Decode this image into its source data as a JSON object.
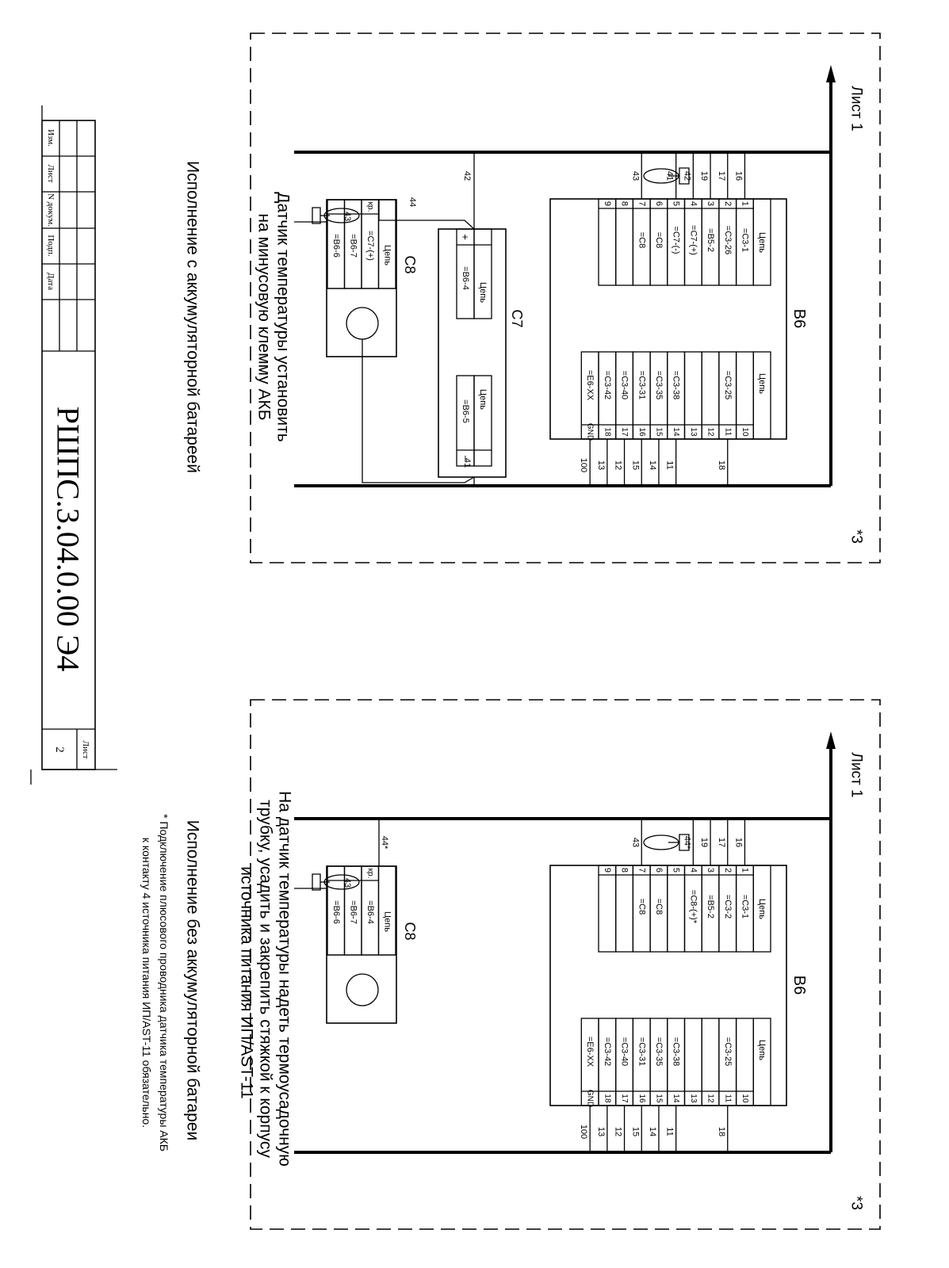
{
  "title_block": {
    "doc_code": "РШПС.3.04.0.00 Э4",
    "sheet_label": "Лист",
    "sheet_number": "2",
    "columns": [
      "Изм.",
      "Лист",
      "N докум.",
      "Подп.",
      "Дата"
    ]
  },
  "footnote": {
    "line1": "* Подключение плюсового проводника датчика температуры АКБ",
    "line2": "к контакту 4 источника питания ИП/AST-11 обязательно."
  },
  "variant_top": {
    "caption": "Исполнение с аккумуляторной батареей",
    "sheet_ref": "Лист 1",
    "marker": "*3",
    "note_line1": "Датчик температуры установить",
    "note_line2": "на минусовую клемму АКБ",
    "b6": {
      "name": "B6",
      "header": "Цепь",
      "left_pins": [
        {
          "pin": "1",
          "chain": "=C3-1",
          "wire": "16"
        },
        {
          "pin": "2",
          "chain": "=C3-26",
          "wire": "17"
        },
        {
          "pin": "3",
          "chain": "=B5-2",
          "wire": "19"
        },
        {
          "pin": "4",
          "chain": "=C7-(+)",
          "wire": "42"
        },
        {
          "pin": "5",
          "chain": "=C7-(-)",
          "wire": "41"
        },
        {
          "pin": "6",
          "chain": "=C8",
          "wire": ""
        },
        {
          "pin": "7",
          "chain": "=C8",
          "wire": "43"
        },
        {
          "pin": "8",
          "chain": "",
          "wire": ""
        },
        {
          "pin": "9",
          "chain": "",
          "wire": ""
        }
      ],
      "right_pins": [
        {
          "pin": "10",
          "chain": "",
          "wire": ""
        },
        {
          "pin": "11",
          "chain": "=C3-25",
          "wire": "18"
        },
        {
          "pin": "12",
          "chain": "",
          "wire": ""
        },
        {
          "pin": "13",
          "chain": "",
          "wire": ""
        },
        {
          "pin": "14",
          "chain": "=C3-38",
          "wire": "11"
        },
        {
          "pin": "15",
          "chain": "=C3-35",
          "wire": "14"
        },
        {
          "pin": "16",
          "chain": "=C3-31",
          "wire": "15"
        },
        {
          "pin": "17",
          "chain": "=C3-40",
          "wire": "12"
        },
        {
          "pin": "18",
          "chain": "=C3-42",
          "wire": "13"
        },
        {
          "pin": "GND",
          "chain": "=E6-XX",
          "wire": "100"
        }
      ]
    },
    "c7": {
      "name": "C7",
      "header": "Цепь",
      "plus_pin": {
        "pin": "+",
        "chain": "=B6-4",
        "wire": "42"
      },
      "minus_pin": {
        "pin": "−",
        "chain": "=B6-5",
        "wire": "41"
      }
    },
    "c8": {
      "name": "C8",
      "header": "Цепь",
      "pins": [
        {
          "pin": "кр.",
          "chain": "=C7-(+)"
        },
        {
          "pin": "",
          "chain": "=B6-7"
        },
        {
          "pin": "",
          "chain": "=B6-6"
        }
      ],
      "wire_red": "44",
      "wire_shield": "43"
    }
  },
  "variant_bottom": {
    "caption": "Исполнение без аккумуляторной батареи",
    "sheet_ref": "Лист 1",
    "marker": "*3",
    "note_line1": "На датчик температуры надеть термоусадочную",
    "note_line2": "трубку, усадить и закрепить стяжкой к корпусу",
    "note_line3": "источника питания ИП/AST-11",
    "b6": {
      "name": "B6",
      "header": "Цепь",
      "left_pins": [
        {
          "pin": "1",
          "chain": "=C3-1",
          "wire": "16"
        },
        {
          "pin": "2",
          "chain": "=C3-2",
          "wire": "17"
        },
        {
          "pin": "3",
          "chain": "=B5-2",
          "wire": "19"
        },
        {
          "pin": "4",
          "chain": "=C8-(+)*",
          "wire": "44*"
        },
        {
          "pin": "5",
          "chain": "",
          "wire": ""
        },
        {
          "pin": "6",
          "chain": "=C8",
          "wire": ""
        },
        {
          "pin": "7",
          "chain": "=C8",
          "wire": "43"
        },
        {
          "pin": "8",
          "chain": "",
          "wire": ""
        },
        {
          "pin": "9",
          "chain": "",
          "wire": ""
        }
      ],
      "right_pins": [
        {
          "pin": "10",
          "chain": "",
          "wire": ""
        },
        {
          "pin": "11",
          "chain": "=C3-25",
          "wire": "18"
        },
        {
          "pin": "12",
          "chain": "",
          "wire": ""
        },
        {
          "pin": "13",
          "chain": "",
          "wire": ""
        },
        {
          "pin": "14",
          "chain": "=C3-38",
          "wire": "11"
        },
        {
          "pin": "15",
          "chain": "=C3-35",
          "wire": "14"
        },
        {
          "pin": "16",
          "chain": "=C3-31",
          "wire": "15"
        },
        {
          "pin": "17",
          "chain": "=C3-40",
          "wire": "12"
        },
        {
          "pin": "18",
          "chain": "=C3-42",
          "wire": "13"
        },
        {
          "pin": "GND",
          "chain": "=E6-XX",
          "wire": "100"
        }
      ]
    },
    "c8": {
      "name": "C8",
      "header": "Цепь",
      "pins": [
        {
          "pin": "кр.",
          "chain": "=B6-4"
        },
        {
          "pin": "",
          "chain": "=B6-7"
        },
        {
          "pin": "",
          "chain": "=B6-6"
        }
      ],
      "wire_red": "44*",
      "wire_shield": "43"
    }
  }
}
